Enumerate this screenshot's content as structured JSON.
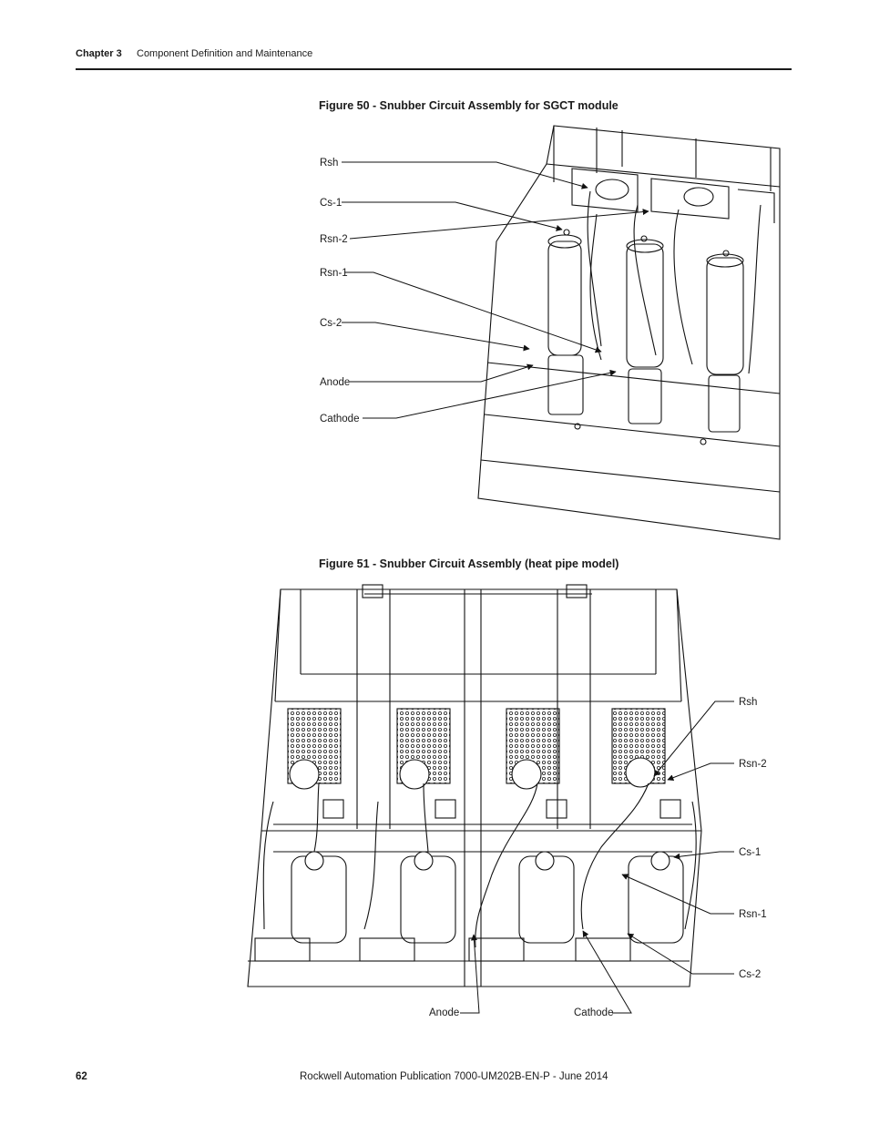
{
  "header": {
    "chapter": "Chapter 3",
    "section": "Component Definition and Maintenance"
  },
  "figure50": {
    "caption": "Figure 50 - Snubber Circuit Assembly for SGCT module",
    "labels": {
      "rsh": "Rsh",
      "cs1": "Cs-1",
      "rsn2": "Rsn-2",
      "rsn1": "Rsn-1",
      "cs2": "Cs-2",
      "anode": "Anode",
      "cathode": "Cathode"
    }
  },
  "figure51": {
    "caption": "Figure 51 - Snubber Circuit Assembly (heat pipe model)",
    "labels": {
      "rsh": "Rsh",
      "rsn2": "Rsn-2",
      "cs1": "Cs-1",
      "rsn1": "Rsn-1",
      "cs2": "Cs-2",
      "anode": "Anode",
      "cathode": "Cathode"
    }
  },
  "footer": {
    "page_number": "62",
    "publication": "Rockwell Automation Publication 7000-UM202B-EN-P - June 2014"
  }
}
